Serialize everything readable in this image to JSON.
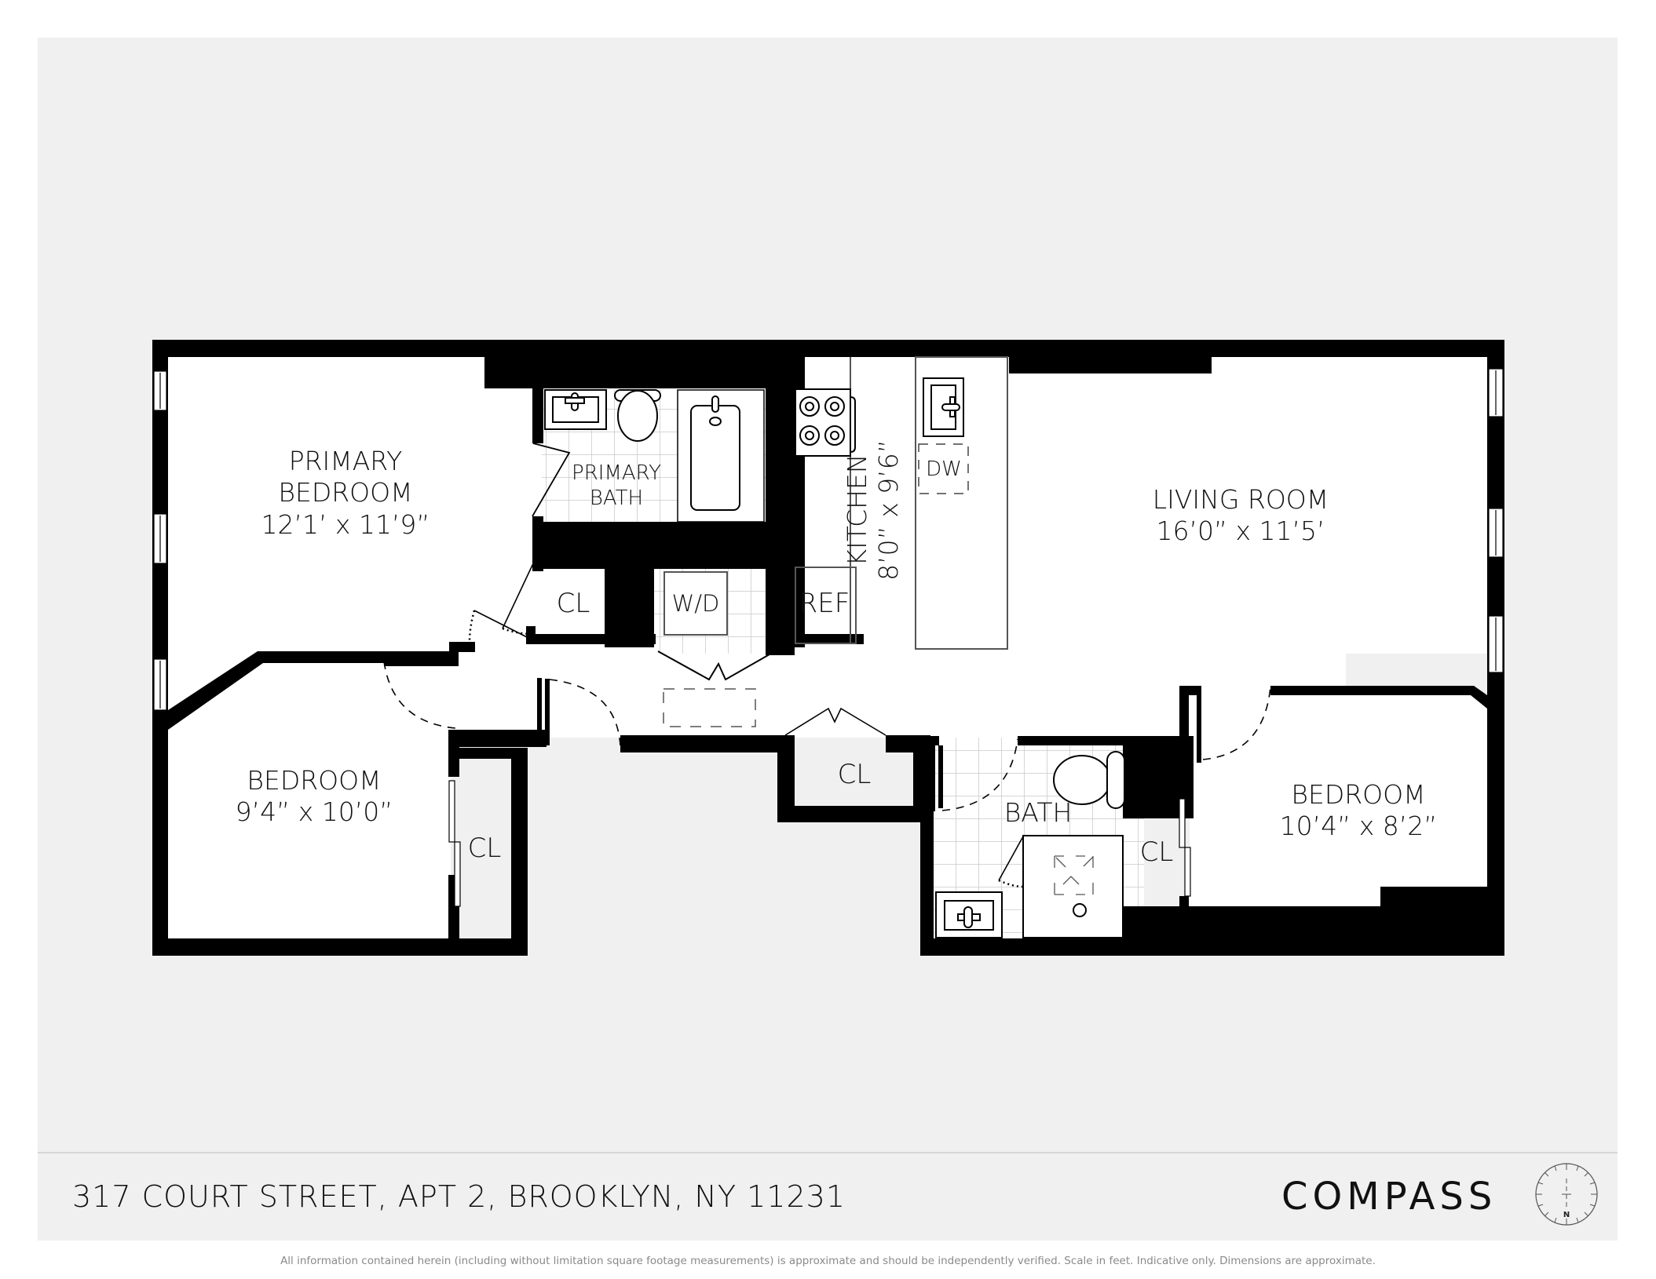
{
  "plan": {
    "rooms": {
      "primary_bedroom": {
        "name_line1": "PRIMARY",
        "name_line2": "BEDROOM",
        "dims": "12’1’ x 11’9”"
      },
      "primary_bath": {
        "name_line1": "PRIMARY",
        "name_line2": "BATH"
      },
      "kitchen": {
        "name": "KITCHEN",
        "dims": "8’0” x 9’6”"
      },
      "living_room": {
        "name": "LIVING ROOM",
        "dims": "16’0” x 11’5’"
      },
      "bedroom_left": {
        "name": "BEDROOM",
        "dims": "9’4” x 10’0”"
      },
      "bedroom_right": {
        "name": "BEDROOM",
        "dims": "10’4” x 8’2”"
      },
      "bath": {
        "name": "BATH"
      }
    },
    "fixtures": {
      "closet_label": "CL",
      "washer_dryer": "W/D",
      "refrigerator": "REF",
      "dishwasher": "DW"
    },
    "colors": {
      "wall": "#000000",
      "floor": "#ffffff",
      "background": "#f0f0f0",
      "tile_grid": "#c8c8c8"
    }
  },
  "footer": {
    "address": "317 COURT STREET, APT 2, BROOKLYN, NY 11231",
    "brand": "COMPASS",
    "compass_north_label": "N",
    "disclaimer": "All information contained herein (including without limitation square footage measurements) is approximate and should be independently verified. Scale in feet. Indicative only. Dimensions are approximate."
  }
}
